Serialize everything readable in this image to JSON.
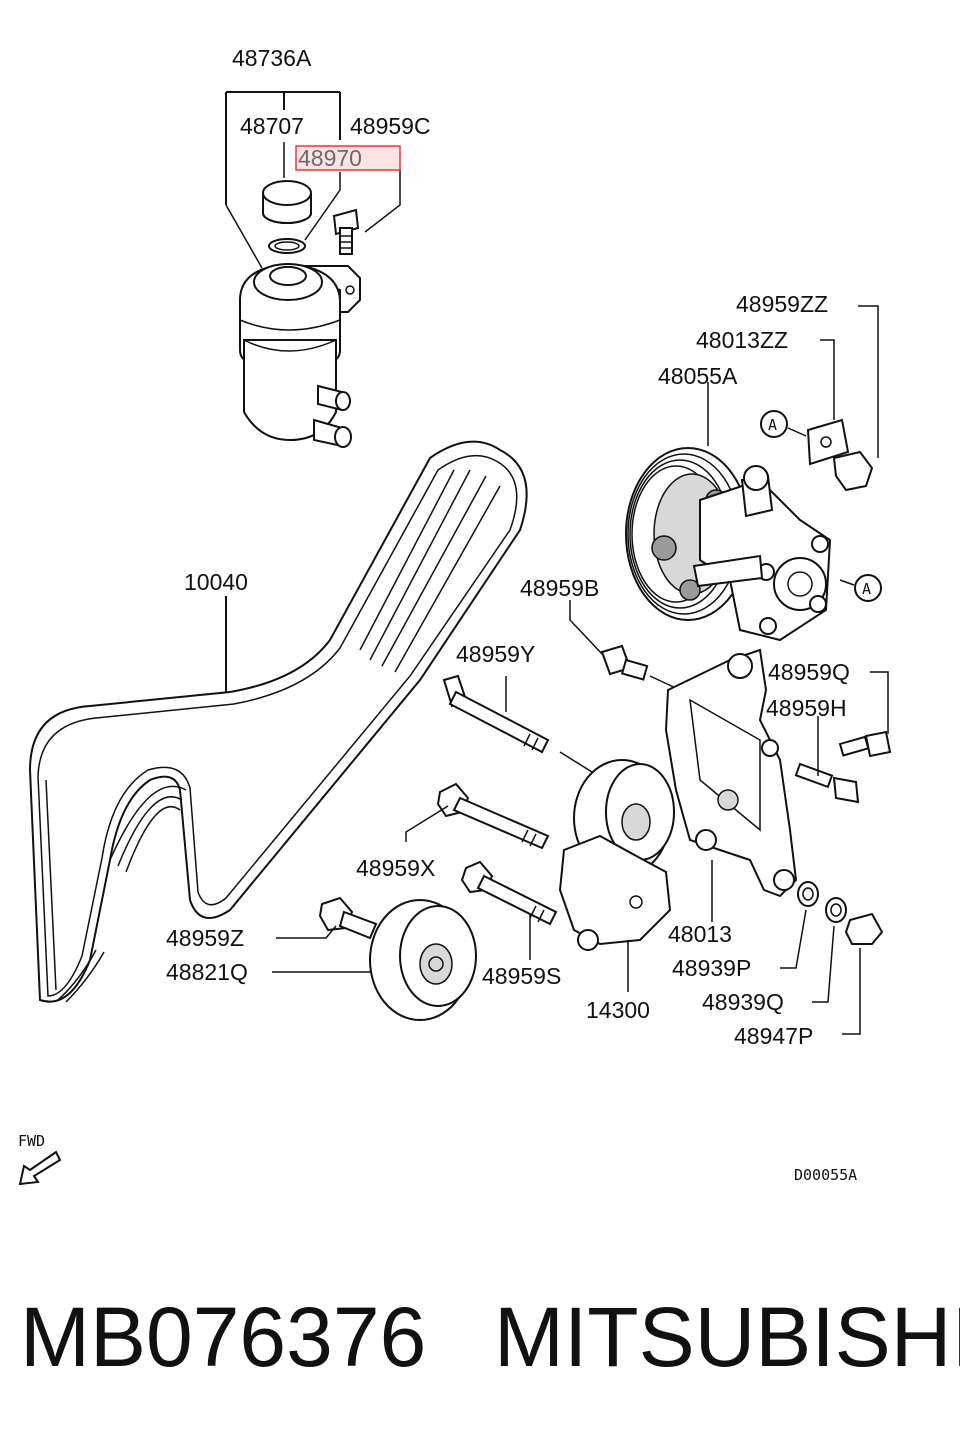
{
  "diagram": {
    "labels": {
      "reservoir_assy": "48736A",
      "cap": "48707",
      "bolt_c": "48959C",
      "gasket_highlight": "48970",
      "bolt_zz": "48959ZZ",
      "bracket_zz": "48013ZZ",
      "pump": "48055A",
      "belt": "10040",
      "bolt_b": "48959B",
      "bolt_y": "48959Y",
      "bolt_q": "48959Q",
      "bolt_h": "48959H",
      "bolt_x": "48959X",
      "bracket": "48013",
      "bolt_z": "48959Z",
      "pulley": "48821Q",
      "bolt_s": "48959S",
      "tensioner": "14300",
      "spacer_p": "48939P",
      "spacer_q": "48939Q",
      "nut_p": "48947P"
    },
    "ref_marker": "A",
    "fwd_label": "FWD",
    "drawing_code": "D00055A",
    "highlight_color": "#e23b3b"
  },
  "footer": {
    "part_number": "MB076376",
    "brand": "MITSUBISHI"
  }
}
